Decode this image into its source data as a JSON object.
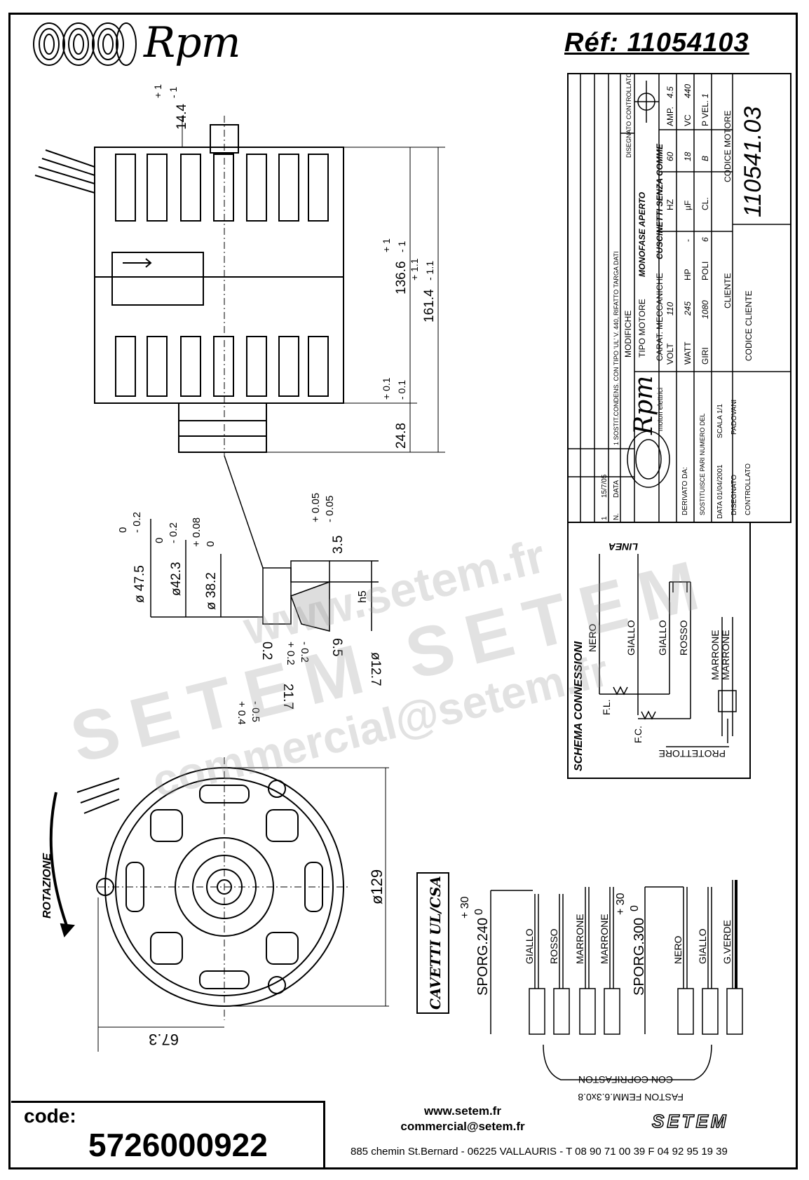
{
  "header": {
    "brand": "Rpm",
    "reference": "Réf:  11054103"
  },
  "side_dims": {
    "shaft_top": "14.4",
    "shaft_top_tol": [
      "+ 1",
      "- 1"
    ],
    "body": "136.6",
    "body_tol": [
      "+ 1",
      "- 1"
    ],
    "overall": "161.4",
    "overall_tol": [
      "+ 1.1",
      "- 1.1"
    ],
    "pulley": "24.8",
    "pulley_tol": [
      "+ 0.1",
      "- 0.1"
    ]
  },
  "detail_dims": {
    "d1": "ø 47.5",
    "d1_tol": [
      "0",
      "- 0.2"
    ],
    "d2": "ø42.3",
    "d2_tol": [
      "0",
      "- 0.2"
    ],
    "d3": "ø 38.2",
    "d3_tol": [
      "+ 0.08",
      "0"
    ],
    "flat": "3.5",
    "flat_tol": [
      "+ 0.05",
      "- 0.05"
    ],
    "shaft_d": "ø12.7",
    "shaft_fit": "h5",
    "len1": "6.5",
    "len2": "0.2",
    "len2_tol": [
      "+ 0.2",
      "- 0.2"
    ],
    "len3": "21.7",
    "len3_tol": [
      "+ 0.4",
      "- 0.5"
    ]
  },
  "front_dims": {
    "rotation": "ROTAZIONE",
    "diameter": "ø129",
    "offset": "67.3"
  },
  "title_block": {
    "code_number": "110541.03",
    "codice_motore": "CODICE MOTORE",
    "cliente": "CLIENTE",
    "codice_cliente": "CODICE CLIENTE",
    "tipo_motore": "TIPO MOTORE",
    "tipo_motore_val": "MONOFASE APERTO",
    "carat": "CARAT. MECCANICHE",
    "carat_val": "CUSCINETTI SENZA COMME",
    "specs": [
      [
        "VOLT",
        "110"
      ],
      [
        "HZ",
        "60"
      ],
      [
        "AMP.",
        "4.5"
      ],
      [
        "WATT",
        "245"
      ],
      [
        "HP",
        "-"
      ],
      [
        "µF",
        "18"
      ],
      [
        "VC",
        "440"
      ],
      [
        "GIRI",
        "1080"
      ],
      [
        "POLI",
        "6"
      ],
      [
        "CL.",
        "B"
      ],
      [
        "P VEL.",
        "1"
      ]
    ],
    "modifiche_header": "MODIFICHE",
    "modifiche": [
      "1  SOSTIT.CONDENS. CON TIPO 'UL' V. 440, RIFATTO TARGA DATI",
      "DISEGNATO  CONTROLLATO"
    ],
    "mod_cols": [
      "N.",
      "DATA"
    ],
    "mod_row": [
      "1",
      "15/7/05"
    ],
    "brand": "Rpm",
    "brand_sub": "motori elettrici",
    "derivato": "DERIVATO DA:",
    "sostituisce": "SOSTITUISCE PARI NUMERO DEL",
    "data": "DATA  01/04/2001",
    "scala": "SCALA  1/1",
    "disegnato": "DISEGNATO",
    "disegnato_val": "PADOVANI",
    "controllato": "CONTROLLATO"
  },
  "wiring": {
    "title": "SCHEMA CONNESSIONI",
    "linea": "LINEA",
    "wires": [
      "NERO",
      "GIALLO",
      "GIALLO",
      "ROSSO",
      "MARRONE",
      "MARRONE"
    ],
    "fl": "F.L.",
    "fc": "F.C.",
    "protettore": "PROTETTORE"
  },
  "cables": {
    "title": "CAVETTI UL/CSA",
    "group1_len": "SPORG.240",
    "group1_tol": [
      "+ 30",
      "0"
    ],
    "group1": [
      "GIALLO",
      "ROSSO",
      "MARRONE",
      "MARRONE"
    ],
    "group2_len": "SPORG.300",
    "group2_tol": [
      "+ 30",
      "0"
    ],
    "group2": [
      "NERO",
      "GIALLO",
      "G.VERDE"
    ],
    "faston": "FASTON FEMM.6.3x0.8",
    "faston2": "CON COPRIFASTON"
  },
  "footer": {
    "code_label": "code:",
    "code_value": "5726000922",
    "web": "www.setem.fr",
    "email": "commercial@setem.fr",
    "address": "885 chemin St.Bernard  -  06225 VALLAURIS  -  T 08 90 71 00 39   F 04 92 95 19 39",
    "setem_logo": "SETEM"
  },
  "watermarks": [
    "www.setem.fr",
    "SETEM  SETEM",
    "commercial@setem.fr"
  ]
}
